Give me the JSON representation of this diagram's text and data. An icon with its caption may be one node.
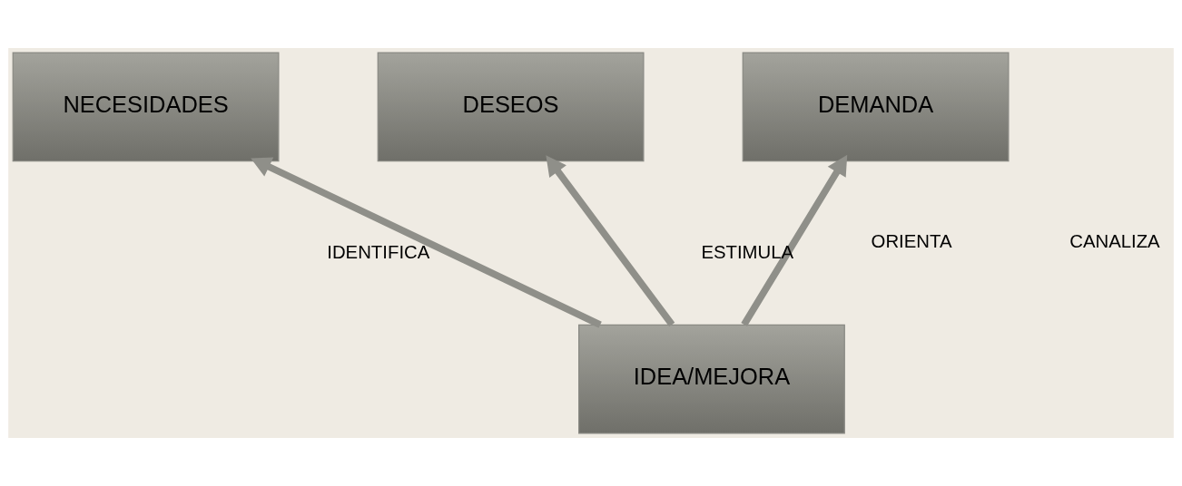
{
  "diagram": {
    "nodes": [
      {
        "text": [
          "NECESIDADES"
        ]
      },
      {
        "text": [
          "DESEOS"
        ]
      },
      {
        "text": [
          "DEMANDA"
        ]
      },
      {
        "text": [
          "IDEA/MEJORA"
        ]
      }
    ],
    "edges": [
      {
        "from": 3,
        "to": 0,
        "arrow": "to",
        "label": "IDENTIFICA"
      },
      {
        "from": 3,
        "to": 1,
        "arrow": "to"
      },
      {
        "from": 3,
        "to": 2,
        "arrow": "to",
        "label": "ESTIMULA"
      }
    ],
    "labels": [
      "ORIENTA",
      "CANALIZA"
    ]
  }
}
